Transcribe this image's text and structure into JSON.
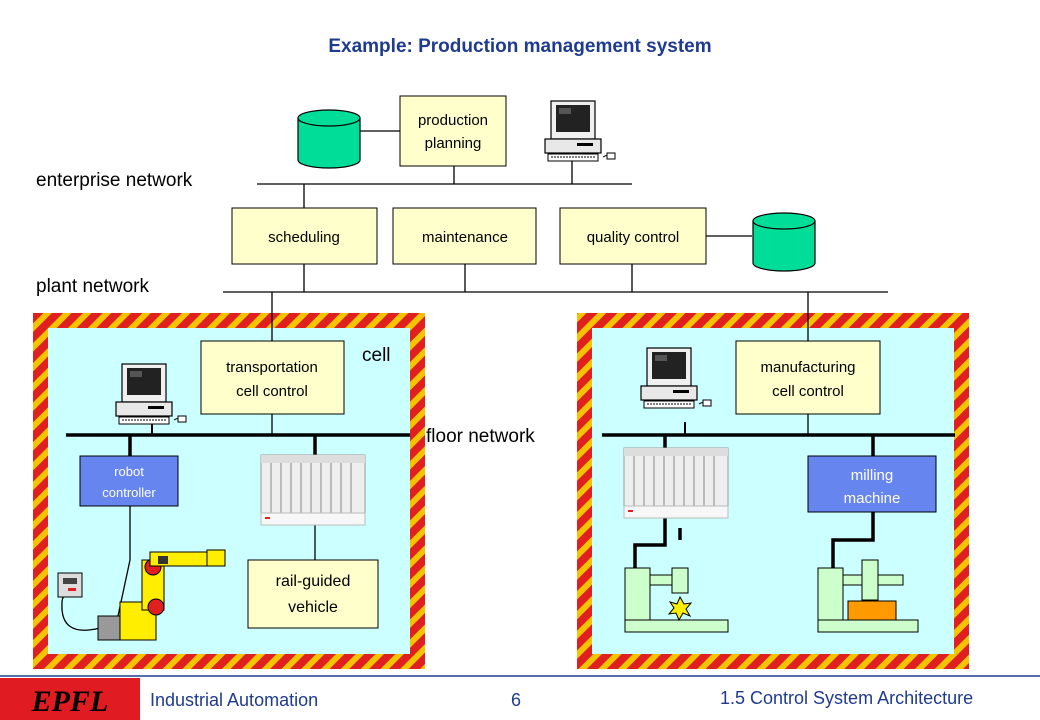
{
  "title": "Example: Production management system",
  "networks": {
    "enterprise": "enterprise network",
    "plant": "plant network",
    "floor": "floor network",
    "cell": "cell"
  },
  "boxes": {
    "production_planning": [
      "production",
      "planning"
    ],
    "scheduling": [
      "scheduling"
    ],
    "maintenance": [
      "maintenance"
    ],
    "quality_control": [
      "quality control"
    ],
    "transportation": [
      "transportation",
      "cell control"
    ],
    "manufacturing": [
      "manufacturing",
      "cell control"
    ],
    "robot_controller": [
      "robot",
      "controller"
    ],
    "milling_machine": [
      "milling",
      "machine"
    ],
    "rail_guided": [
      "rail-guided",
      "vehicle"
    ]
  },
  "footer": {
    "course": "Industrial Automation",
    "page": "6",
    "section": "1.5 Control System Architecture"
  },
  "colors": {
    "box_fill": "#ffffcc",
    "blue_box_fill": "#6685ef",
    "cell_fill": "#ccffff",
    "hatch_red": "#e02020",
    "hatch_yellow": "#f5c400",
    "database": "#00dd99",
    "title": "#1f3b8f",
    "logo_red": "#e11b22"
  },
  "icons": [
    "database-icon",
    "computer-icon",
    "plc-rack-icon",
    "robot-arm-icon",
    "drill-press-icon",
    "milling-press-icon",
    "teach-pendant-icon"
  ]
}
